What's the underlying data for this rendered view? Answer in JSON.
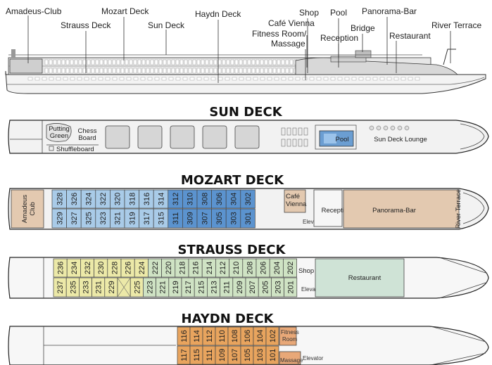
{
  "profile_labels": [
    "Amadeus-Club",
    "Strauss Deck",
    "Mozart Deck",
    "Sun Deck",
    "Haydn Deck",
    "Shop",
    "Café Vienna",
    "Fitness Room/",
    "Massage",
    "Pool",
    "Reception",
    "Bridge",
    "Panorama-Bar",
    "Restaurant",
    "River Terrace"
  ],
  "sun_deck": {
    "title": "SUN DECK",
    "labels": [
      "Putting",
      "Green",
      "Chess",
      "Board",
      "Shuffleboard",
      "Pool",
      "Sun Deck Lounge"
    ]
  },
  "mozart_deck": {
    "title": "MOZART DECK",
    "top_cabins": [
      "328",
      "326",
      "324",
      "322",
      "320",
      "318",
      "316",
      "314",
      "312",
      "310",
      "308",
      "306",
      "304",
      "302"
    ],
    "bottom_cabins": [
      "329",
      "327",
      "325",
      "323",
      "321",
      "319",
      "317",
      "315",
      "311",
      "309",
      "307",
      "305",
      "303",
      "301"
    ],
    "labels": [
      "Amadeus",
      "Club",
      "Café",
      "Vienna",
      "Elevator",
      "Reception",
      "Panorama-Bar",
      "River Terrace"
    ]
  },
  "strauss_deck": {
    "title": "STRAUSS DECK",
    "top_cabins": [
      "236",
      "234",
      "232",
      "230",
      "228",
      "226",
      "224",
      "222",
      "220",
      "218",
      "216",
      "214",
      "212",
      "210",
      "208",
      "206",
      "204",
      "202"
    ],
    "bottom_cabins": [
      "237",
      "235",
      "233",
      "231",
      "229",
      "",
      "225",
      "223",
      "221",
      "219",
      "217",
      "215",
      "213",
      "211",
      "209",
      "207",
      "205",
      "203",
      "201"
    ],
    "labels": [
      "Shop",
      "Elevator",
      "Restaurant"
    ]
  },
  "haydn_deck": {
    "title": "HAYDN DECK",
    "top_cabins": [
      "116",
      "114",
      "112",
      "110",
      "108",
      "106",
      "104",
      "102"
    ],
    "bottom_cabins": [
      "117",
      "115",
      "111",
      "109",
      "107",
      "105",
      "103",
      "101"
    ],
    "labels": [
      "Fitness",
      "Room",
      "Massage",
      "Elevator"
    ]
  }
}
